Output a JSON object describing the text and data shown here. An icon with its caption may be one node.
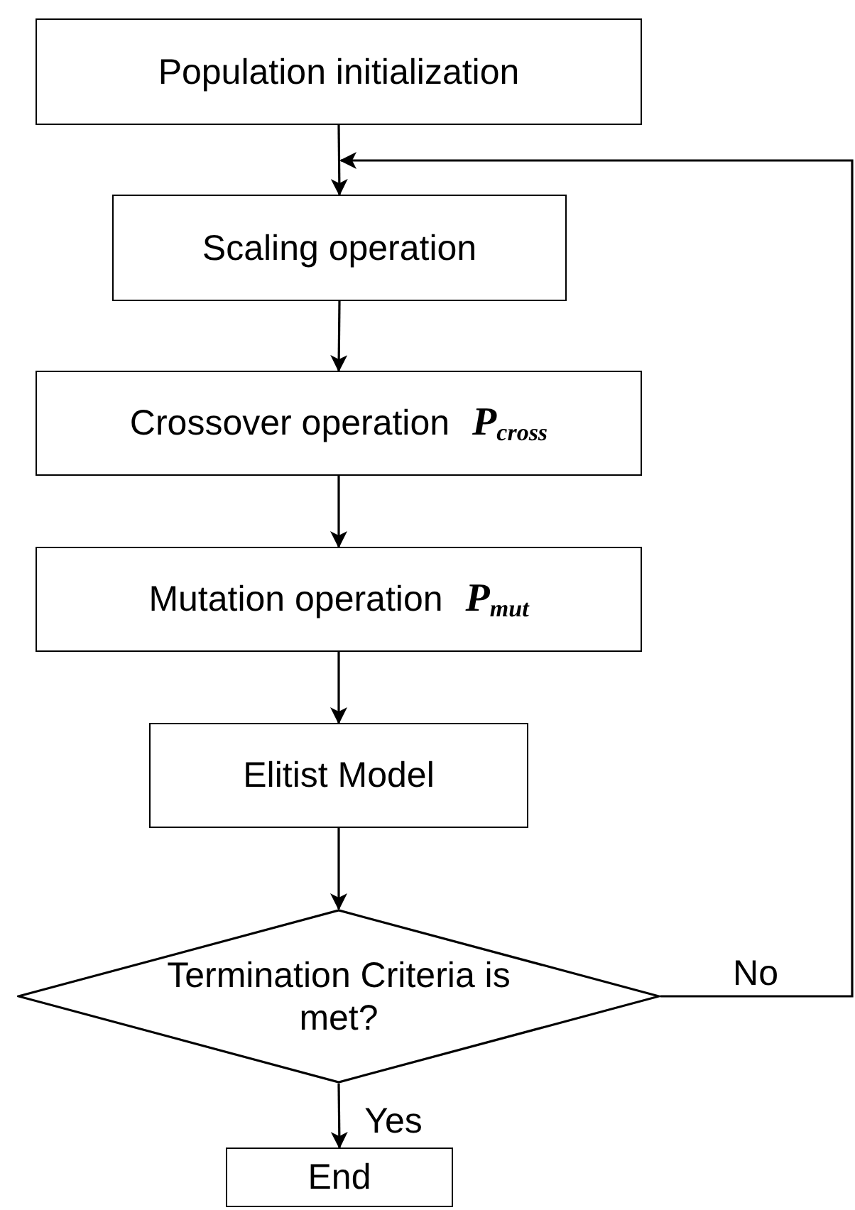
{
  "diagram": {
    "nodes": [
      {
        "text": [
          "Population initialization"
        ]
      },
      {
        "text": [
          "Scaling operation"
        ]
      },
      {
        "text": [
          "Crossover operation",
          "P$_{cross}$"
        ]
      },
      {
        "text": [
          "Mutation operation",
          "P$_{mut}$"
        ]
      },
      {
        "text": [
          "Elitist Model"
        ]
      },
      {
        "text": [
          "Termination Criteria is met?"
        ]
      },
      {
        "text": [
          "End"
        ]
      }
    ],
    "edges": [
      {
        "from": 0,
        "to": 1,
        "arrow": "to"
      },
      {
        "from": 1,
        "to": 2,
        "arrow": "to"
      },
      {
        "from": 2,
        "to": 3,
        "arrow": "to"
      },
      {
        "from": 3,
        "to": 4,
        "arrow": "to"
      },
      {
        "from": 4,
        "to": 5,
        "arrow": "to"
      },
      {
        "from": 5,
        "to": 6,
        "arrow": "to",
        "label": "Yes"
      },
      {
        "from": 5,
        "to": 1,
        "arrow": "to",
        "label": "No"
      }
    ]
  }
}
